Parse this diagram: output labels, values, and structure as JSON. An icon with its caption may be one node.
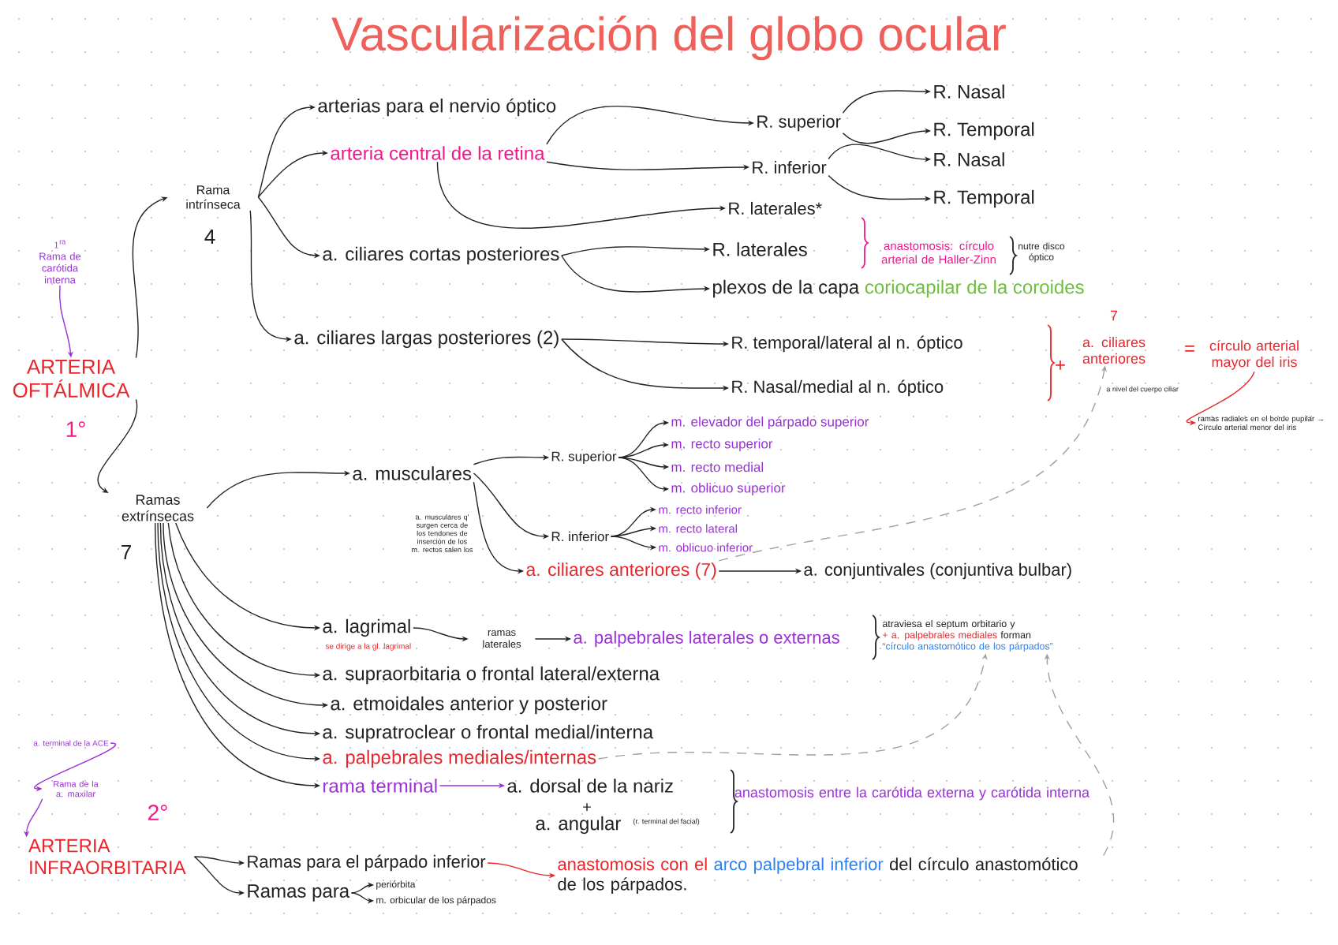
{
  "diagram": {
    "title": "Vascularización del globo ocular",
    "nodes": [
      {
        "text": [
          "ARTERIA OFTÁLMICA"
        ],
        "beside": [
          "1°"
        ]
      },
      {
        "text": [
          "1^{\\mathrm{ra}}",
          "Rama de carótida interna"
        ]
      },
      {
        "text": [
          "Rama intrínseca"
        ],
        "beside": [
          "4"
        ]
      },
      {
        "text": [
          "arterias para el nervio óptico"
        ]
      },
      {
        "text": [
          "arteria central de la retina"
        ]
      },
      {
        "text": [
          "R. superior"
        ]
      },
      {
        "text": [
          "R. Nasal"
        ]
      },
      {
        "text": [
          "R. Temporal"
        ]
      },
      {
        "text": [
          "R. inferior"
        ]
      },
      {
        "text": [
          "R. Nasal"
        ]
      },
      {
        "text": [
          "R. Temporal"
        ]
      },
      {
        "text": [
          "R. laterales*"
        ]
      },
      {
        "text": [
          "a. ciliares cortas posteriores"
        ]
      },
      {
        "text": [
          "R. laterales"
        ]
      },
      {
        "text": [
          "plexos de la capa",
          "coriocapilar de la coroides"
        ]
      },
      {
        "text": [
          "a. ciliares largas posteriores (2)"
        ]
      },
      {
        "text": [
          "R. temporal/lateral al n. óptico"
        ]
      },
      {
        "text": [
          "R. Nasal/medial al n. óptico"
        ]
      },
      {
        "text": [
          "a. ciliares anteriores"
        ],
        "beside": [
          "7"
        ]
      },
      {
        "text": [
          "círculo arterial mayor del iris"
        ]
      },
      {
        "text": [
          "ramas radiales en el borde pupilar → Círculo arterial menor del iris"
        ]
      },
      {
        "text": [
          "Ramas extrínsecas"
        ],
        "beside": [
          "7"
        ]
      },
      {
        "text": [
          "a. musculares"
        ]
      },
      {
        "text": [
          "R. superior"
        ]
      },
      {
        "text": [
          "m. elevador del párpado superior"
        ]
      },
      {
        "text": [
          "m. recto superior"
        ]
      },
      {
        "text": [
          "m. recto medial"
        ]
      },
      {
        "text": [
          "m. oblicuo superior"
        ]
      },
      {
        "text": [
          "R. inferior"
        ]
      },
      {
        "text": [
          "m. recto inferior"
        ]
      },
      {
        "text": [
          "m. recto lateral"
        ]
      },
      {
        "text": [
          "m. oblicuo inferior"
        ]
      },
      {
        "text": [
          "a. ciliares anteriores (7)"
        ]
      },
      {
        "text": [
          "a. conjuntivales (conjuntiva bulbar)"
        ]
      },
      {
        "text": [
          "a. lagrimal"
        ],
        "beside": [
          "se dirige a la gl. lagrimal"
        ]
      },
      {
        "text": [
          "ramas laterales"
        ]
      },
      {
        "text": [
          "a. palpebrales laterales o externas"
        ]
      },
      {
        "text": [
          "atraviesa el septum orbitario y",
          "+ a. palpebrales mediales",
          "forman",
          "“círculo anastomótico de los párpados”"
        ]
      },
      {
        "text": [
          "a. supraorbitaria o frontal lateral/externa"
        ]
      },
      {
        "text": [
          "a. etmoidales anterior y posterior"
        ]
      },
      {
        "text": [
          "a. supratroclear o frontal medial/interna"
        ]
      },
      {
        "text": [
          "a. palpebrales mediales/internas"
        ]
      },
      {
        "text": [
          "rama terminal"
        ]
      },
      {
        "text": [
          "a. dorsal de la nariz"
        ]
      },
      {
        "text": [
          "a. angular"
        ],
        "beside": [
          "(r. terminal del facial)"
        ]
      },
      {
        "text": [
          "a. terminal de la ACE"
        ]
      },
      {
        "text": [
          "Rama de la a. maxilar"
        ]
      },
      {
        "text": [
          "ARTERIA INFRAORBITARIA"
        ],
        "beside": [
          "2°"
        ]
      },
      {
        "text": [
          "Ramas para el párpado inferior"
        ]
      },
      {
        "text": [
          "anastomosis con el",
          "arco palpebral inferior",
          "del círculo anastomótico de los párpados."
        ]
      },
      {
        "text": [
          "Ramas para"
        ]
      },
      {
        "text": [
          "periórbita"
        ]
      },
      {
        "text": [
          "m. orbicular de los párpados"
        ]
      }
    ],
    "edges": [
      {
        "from": 1,
        "to": 0,
        "arrow": "to",
        "color": "#9b30d9"
      },
      {
        "from": 0,
        "to": 2,
        "arrow": "to"
      },
      {
        "from": 0,
        "to": 21,
        "arrow": "to"
      },
      {
        "from": 2,
        "to": 3,
        "arrow": "to"
      },
      {
        "from": 2,
        "to": 4,
        "arrow": "to"
      },
      {
        "from": 2,
        "to": 12,
        "arrow": "to"
      },
      {
        "from": 2,
        "to": 15,
        "arrow": "to"
      },
      {
        "from": 4,
        "to": 5,
        "arrow": "to"
      },
      {
        "from": 4,
        "to": 8,
        "arrow": "to"
      },
      {
        "from": 4,
        "to": 11,
        "arrow": "to"
      },
      {
        "from": 5,
        "to": 6,
        "arrow": "to"
      },
      {
        "from": 5,
        "to": 7,
        "arrow": "to"
      },
      {
        "from": 8,
        "to": 9,
        "arrow": "to"
      },
      {
        "from": 8,
        "to": 10,
        "arrow": "to"
      },
      {
        "from": 12,
        "to": 13,
        "arrow": "to"
      },
      {
        "from": 12,
        "to": 14,
        "arrow": "to"
      },
      {
        "from": 15,
        "to": 16,
        "arrow": "to"
      },
      {
        "from": 15,
        "to": 17,
        "arrow": "to"
      },
      {
        "from": 19,
        "to": 20,
        "arrow": "to",
        "color": "#e8262b"
      },
      {
        "from": 32,
        "to": 18,
        "arrow": "to",
        "style": "dashed",
        "color": "#a0a0a0"
      },
      {
        "from": 21,
        "to": 22,
        "arrow": "to"
      },
      {
        "from": 21,
        "to": 34,
        "arrow": "to"
      },
      {
        "from": 21,
        "to": 38,
        "arrow": "to"
      },
      {
        "from": 21,
        "to": 39,
        "arrow": "to"
      },
      {
        "from": 21,
        "to": 40,
        "arrow": "to"
      },
      {
        "from": 21,
        "to": 41,
        "arrow": "to"
      },
      {
        "from": 21,
        "to": 42,
        "arrow": "to"
      },
      {
        "from": 22,
        "to": 23,
        "arrow": "to"
      },
      {
        "from": 22,
        "to": 28,
        "arrow": "to"
      },
      {
        "from": 22,
        "to": 32,
        "arrow": "to"
      },
      {
        "from": 23,
        "to": 24,
        "arrow": "to"
      },
      {
        "from": 23,
        "to": 25,
        "arrow": "to"
      },
      {
        "from": 23,
        "to": 26,
        "arrow": "to"
      },
      {
        "from": 23,
        "to": 27,
        "arrow": "to"
      },
      {
        "from": 28,
        "to": 29,
        "arrow": "to"
      },
      {
        "from": 28,
        "to": 30,
        "arrow": "to"
      },
      {
        "from": 28,
        "to": 31,
        "arrow": "to"
      },
      {
        "from": 32,
        "to": 33,
        "arrow": "to"
      },
      {
        "from": 34,
        "to": 35,
        "arrow": "to"
      },
      {
        "from": 35,
        "to": 36,
        "arrow": "to"
      },
      {
        "from": 41,
        "to": 37,
        "arrow": "to",
        "style": "dashed",
        "color": "#a0a0a0"
      },
      {
        "from": 42,
        "to": 43,
        "arrow": "to",
        "color": "#9b30d9"
      },
      {
        "from": 45,
        "to": 46,
        "arrow": "to",
        "color": "#9b30d9"
      },
      {
        "from": 46,
        "to": 47,
        "arrow": "to",
        "color": "#9b30d9"
      },
      {
        "from": 47,
        "to": 48,
        "arrow": "to"
      },
      {
        "from": 47,
        "to": 50,
        "arrow": "to"
      },
      {
        "from": 48,
        "to": 49,
        "arrow": "to",
        "color": "#e8262b"
      },
      {
        "from": 49,
        "to": 37,
        "arrow": "to",
        "style": "dashed",
        "color": "#a0a0a0"
      },
      {
        "from": 50,
        "to": 51,
        "arrow": "to"
      },
      {
        "from": 50,
        "to": 52,
        "arrow": "to"
      }
    ],
    "labels": [
      "anastomosis: círculo arterial de Haller-Zinn",
      "nutre disco óptico",
      "+",
      "a nivel del cuerpo ciliar",
      "=",
      "a. musculares q' surgen cerca de los tendones de inserción de los m. rectos salen los",
      "+",
      "anastomosis entre la carótida externa y carótida interna"
    ]
  }
}
